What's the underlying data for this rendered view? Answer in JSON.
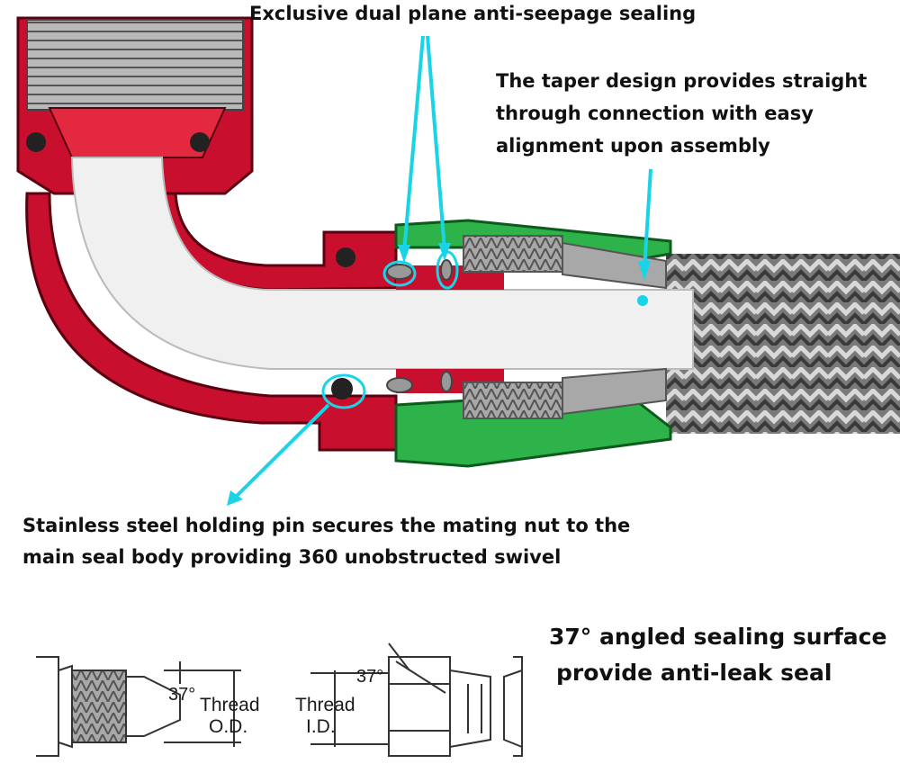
{
  "callouts": {
    "dual_plane": "Exclusive dual plane anti-seepage sealing",
    "taper_line1": "The taper design provides straight",
    "taper_line2": "through connection with easy",
    "taper_line3": "alignment upon assembly",
    "pin_line1": "Stainless steel holding pin secures the mating nut to the",
    "pin_line2": "main seal body providing 360 unobstructed swivel",
    "angled_line1": "37° angled sealing surface",
    "angled_line2": "provide anti-leak seal"
  },
  "male_fitting": {
    "angle": "37°",
    "thread_label": "Thread",
    "od_label": "O.D."
  },
  "female_fitting": {
    "angle": "37°",
    "thread_label": "Thread",
    "id_label": "I.D."
  },
  "colors": {
    "fitting_red": "#c8102e",
    "socket_green": "#2db34a",
    "callout_cyan": "#19d3e6",
    "hose_braid": "#6b6b6b"
  }
}
